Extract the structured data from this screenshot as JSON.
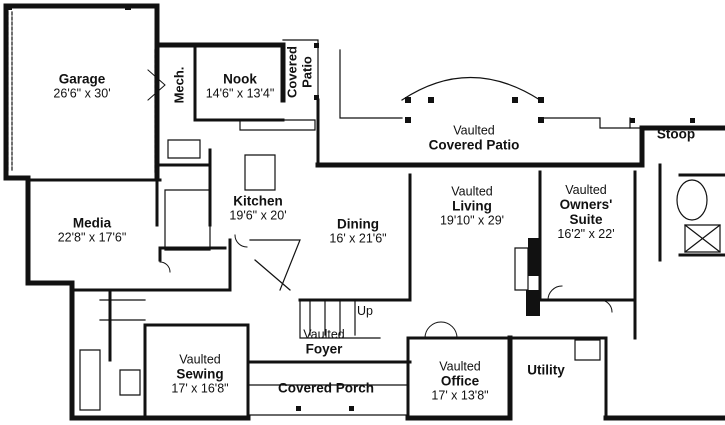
{
  "rooms": {
    "garage": {
      "name": "Garage",
      "size": "26'6\" x 30'"
    },
    "mech": {
      "name": "Mech."
    },
    "nook": {
      "name": "Nook",
      "size": "14'6\" x 13'4\""
    },
    "covered_patio_small": {
      "line1": "Covered",
      "line2": "Patio"
    },
    "covered_patio": {
      "prefix": "Vaulted",
      "name": "Covered Patio"
    },
    "stoop": {
      "name": "Stoop"
    },
    "kitchen": {
      "name": "Kitchen",
      "size": "19'6\" x 20'"
    },
    "media": {
      "name": "Media",
      "size": "22'8\" x 17'6\""
    },
    "dining": {
      "name": "Dining",
      "size": "16' x 21'6\""
    },
    "living": {
      "prefix": "Vaulted",
      "name": "Living",
      "size": "19'10\" x 29'"
    },
    "owners_suite": {
      "prefix": "Vaulted",
      "name1": "Owners'",
      "name2": "Suite",
      "size": "16'2\" x 22'"
    },
    "stair": {
      "label": "Up"
    },
    "foyer": {
      "prefix": "Vaulted",
      "name": "Foyer"
    },
    "sewing": {
      "prefix": "Vaulted",
      "name": "Sewing",
      "size": "17' x 16'8\""
    },
    "covered_porch": {
      "name": "Covered Porch"
    },
    "office": {
      "prefix": "Vaulted",
      "name": "Office",
      "size": "17' x 13'8\""
    },
    "utility": {
      "name": "Utility"
    }
  },
  "colors": {
    "wall": "#111111",
    "fixture": "#222222",
    "background": "#ffffff"
  }
}
